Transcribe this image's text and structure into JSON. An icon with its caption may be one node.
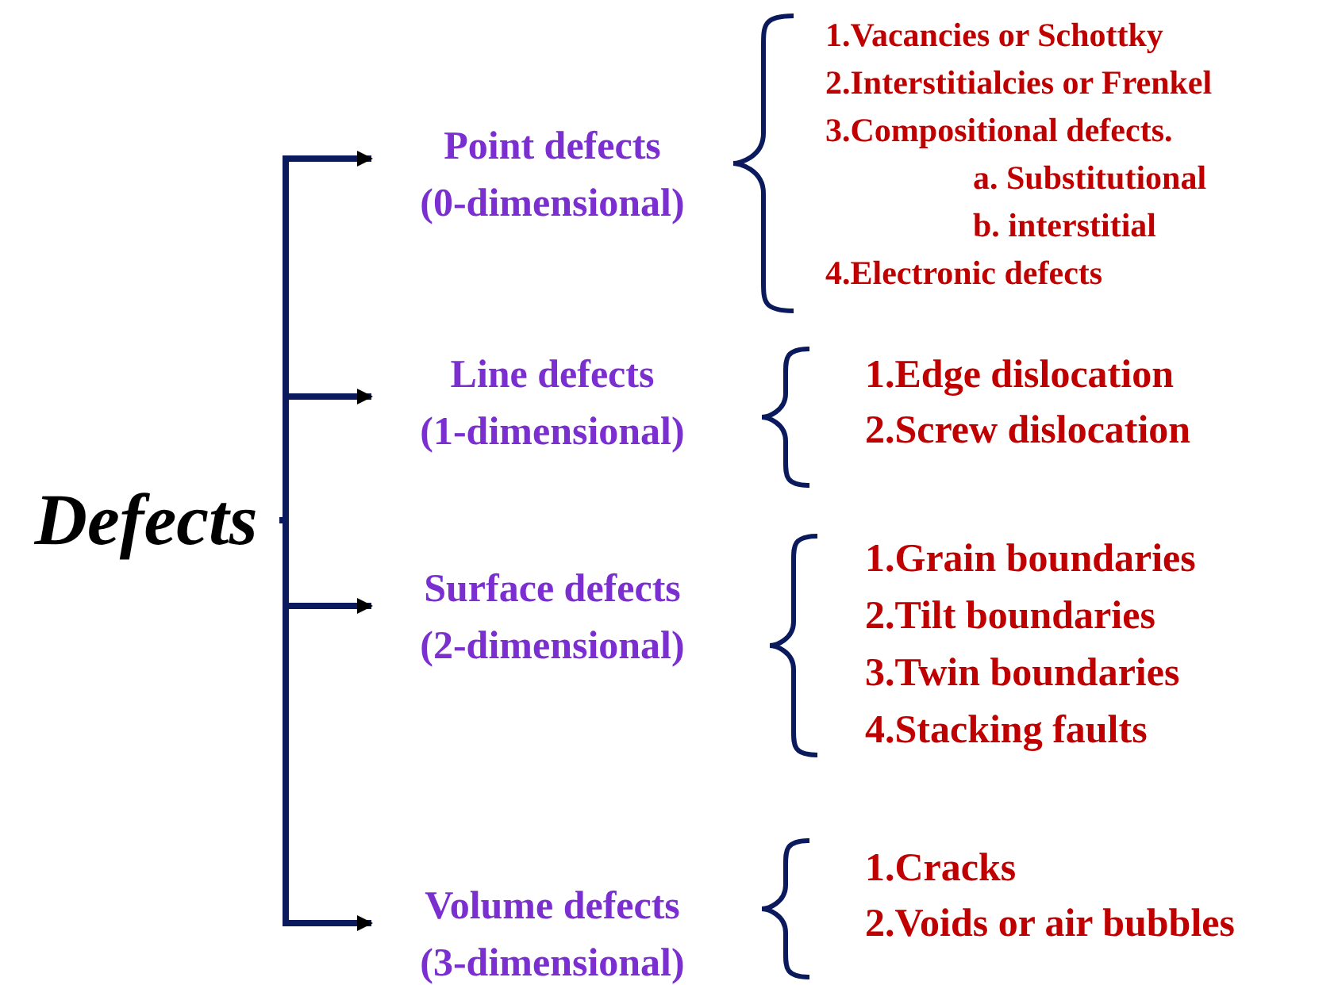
{
  "diagram": {
    "nodes": [
      {
        "text": [
          "Defects"
        ]
      },
      {
        "text": [
          "Point defects",
          "(0-dimensional)"
        ]
      },
      {
        "text": [
          "Line defects",
          "(1-dimensional)"
        ]
      },
      {
        "text": [
          "Surface defects",
          "(2-dimensional)"
        ]
      },
      {
        "text": [
          "Volume defects",
          "(3-dimensional)"
        ]
      },
      {
        "text": [
          "1.Vacancies or Schottky",
          "2.Interstitialcies or Frenkel",
          "3.Compositional defects.",
          "a. Substitutional",
          "b. interstitial",
          "4.Electronic defects"
        ]
      },
      {
        "text": [
          "1.Edge dislocation",
          "2.Screw dislocation"
        ]
      },
      {
        "text": [
          "1.Grain boundaries",
          "2.Tilt boundaries",
          "3.Twin boundaries",
          "4.Stacking faults"
        ]
      },
      {
        "text": [
          "1.Cracks",
          "2.Voids or air bubbles"
        ]
      }
    ],
    "edges": [
      {
        "from": 0,
        "to": 1,
        "arrow": "to"
      },
      {
        "from": 0,
        "to": 2,
        "arrow": "to"
      },
      {
        "from": 0,
        "to": 3,
        "arrow": "to"
      },
      {
        "from": 0,
        "to": 4,
        "arrow": "to"
      }
    ]
  }
}
